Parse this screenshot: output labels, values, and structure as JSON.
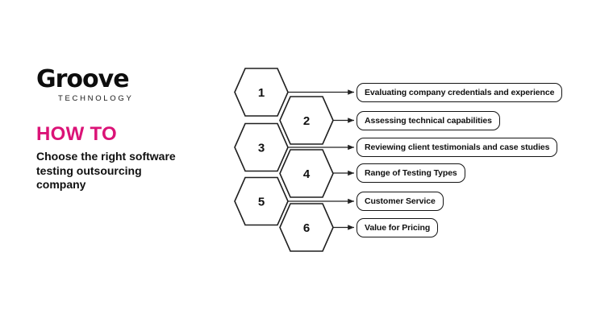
{
  "brand": {
    "name": "Groove",
    "tagline": "TECHNOLOGY"
  },
  "intro": {
    "eyebrow": "HOW TO",
    "title": "Choose the right software testing outsourcing company"
  },
  "colors": {
    "accent": "#DB1377",
    "ink": "#101010",
    "outline": "#1F1F1F",
    "background": "#FFFFFF"
  },
  "steps": [
    {
      "number": "1",
      "label": "Evaluating company credentials and experience"
    },
    {
      "number": "2",
      "label": "Assessing technical capabilities"
    },
    {
      "number": "3",
      "label": "Reviewing client testimonials and case studies"
    },
    {
      "number": "4",
      "label": "Range of Testing Types"
    },
    {
      "number": "5",
      "label": "Customer Service"
    },
    {
      "number": "6",
      "label": "Value for Pricing"
    }
  ]
}
